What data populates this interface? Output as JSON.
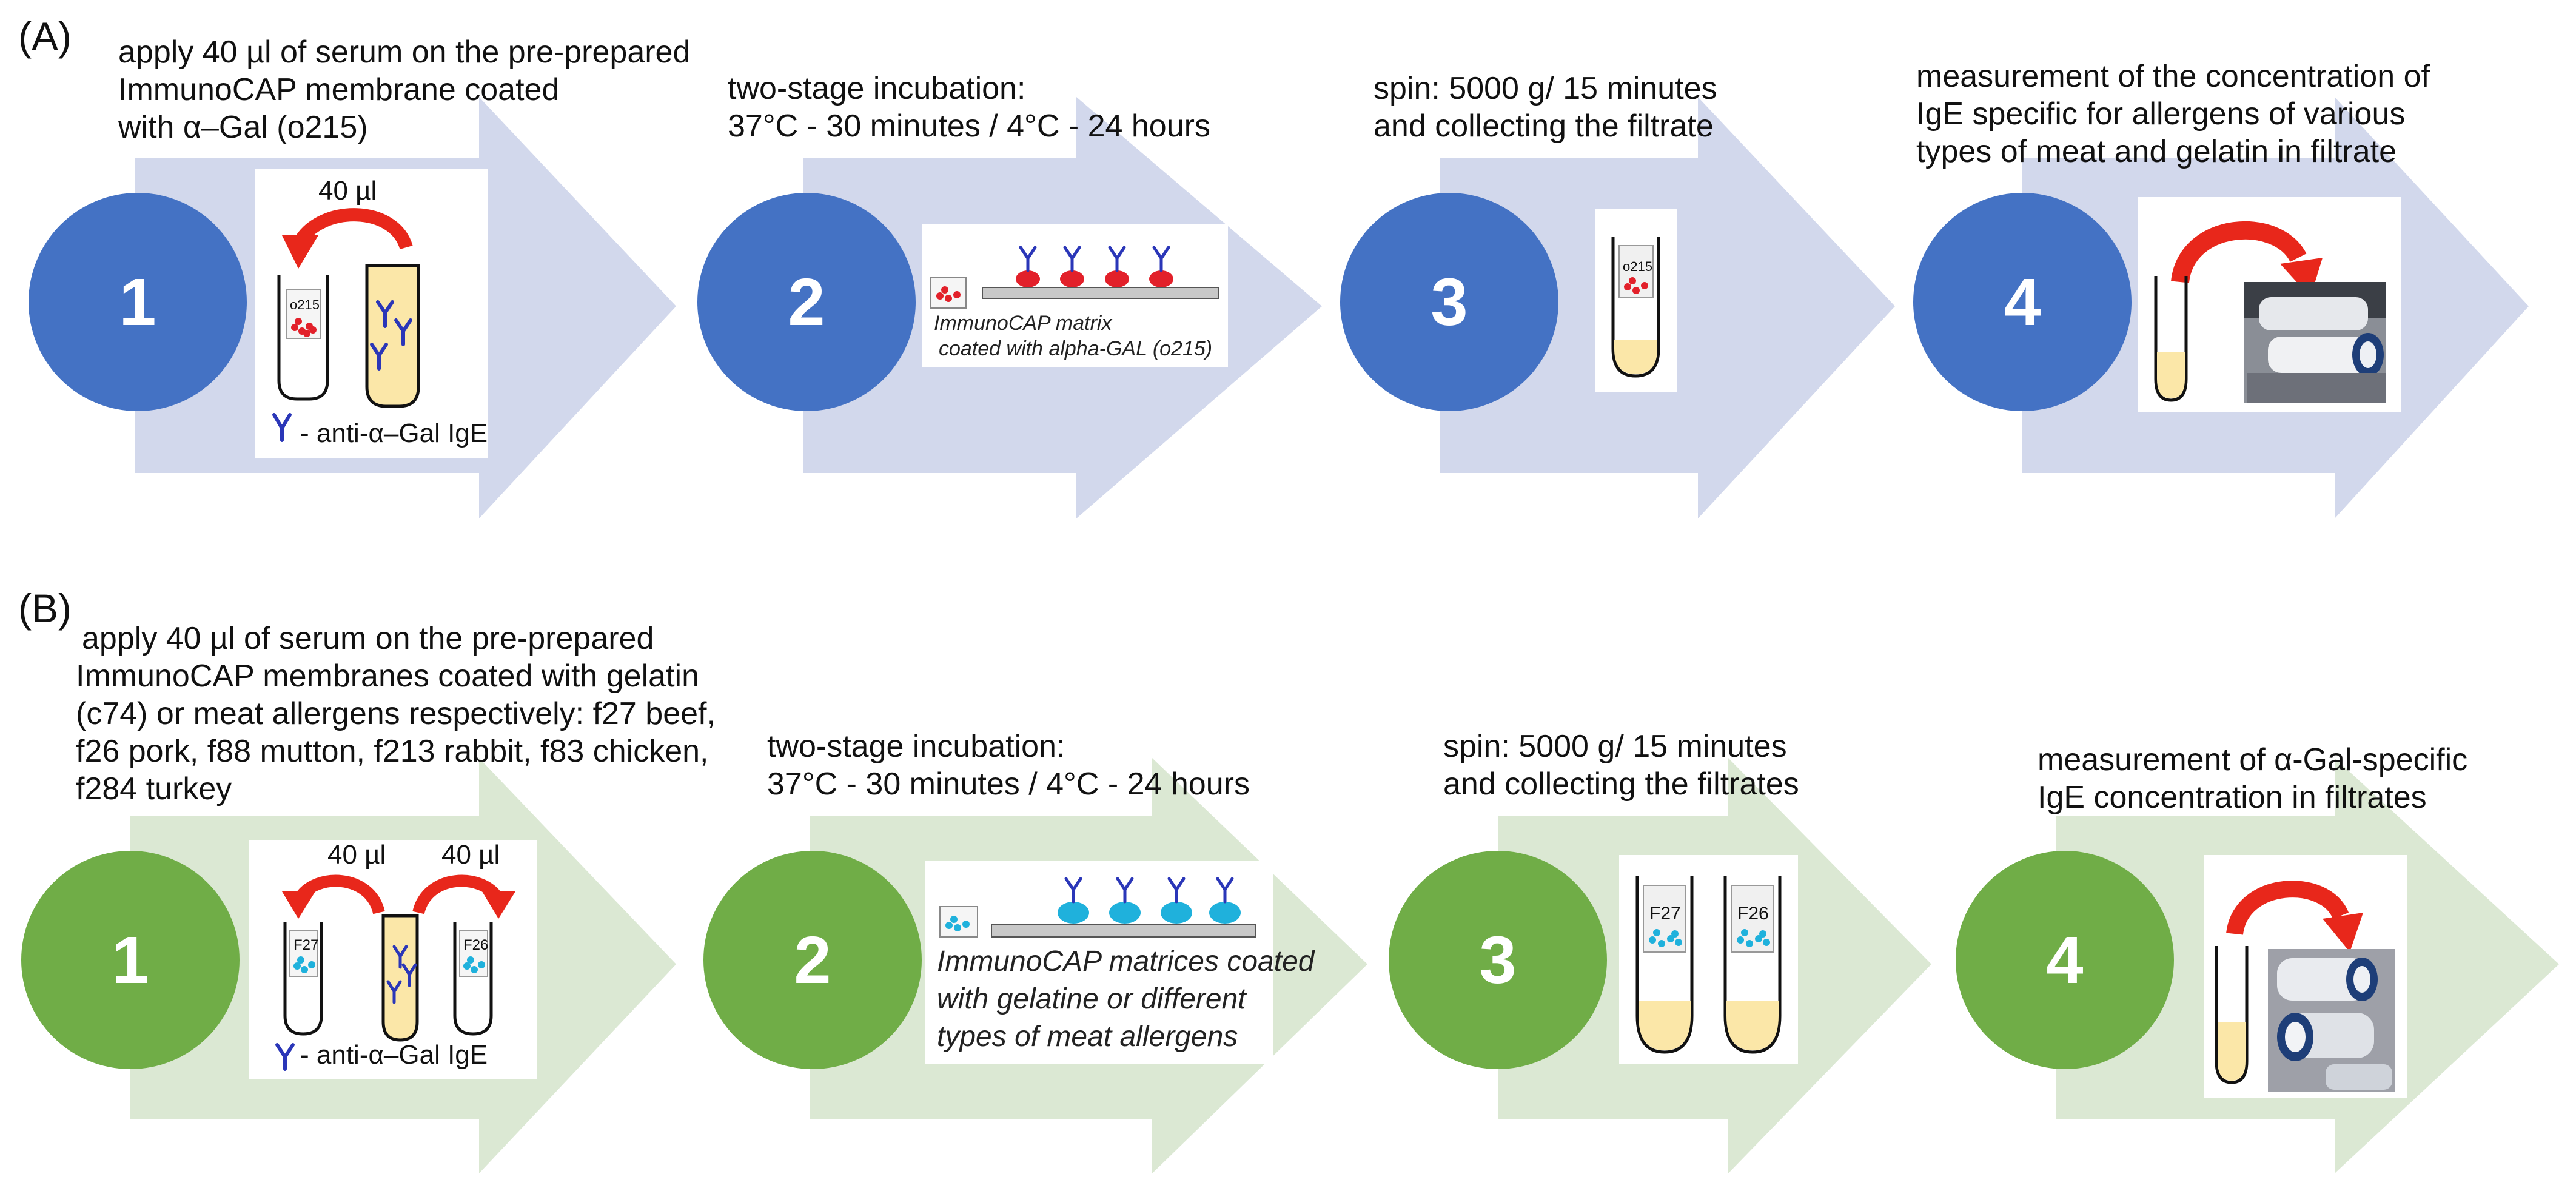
{
  "panels": {
    "a": {
      "label": "(A)",
      "steps": [
        {
          "number": "1",
          "text": [
            "apply 40 µl of serum on the pre-prepared",
            "ImmunoCAP membrane coated",
            "with α–Gal (o215)"
          ]
        },
        {
          "number": "2",
          "text": [
            "two-stage incubation:",
            "37°C - 30 minutes / 4°C - 24 hours"
          ]
        },
        {
          "number": "3",
          "text": [
            "spin: 5000 g/ 15 minutes",
            "and collecting the filtrate"
          ]
        },
        {
          "number": "4",
          "text": [
            "measurement of the concentration of",
            "IgE specific for allergens of various",
            "types of meat and gelatin in filtrate"
          ]
        }
      ],
      "volume": "40 µl",
      "tube_label": "o215",
      "legend": "- anti-α–Gal IgE",
      "matrix_note": [
        "ImmunoCAP matrix",
        "coated with alpha-GAL (o215)"
      ]
    },
    "b": {
      "label": "(B)",
      "steps": [
        {
          "number": "1",
          "text": [
            "apply 40 µl of serum on the pre-prepared",
            "ImmunoCAP membranes coated with gelatin",
            "(c74) or meat allergens respectively: f27 beef,",
            "f26 pork, f88 mutton, f213 rabbit, f83 chicken,",
            "f284 turkey"
          ]
        },
        {
          "number": "2",
          "text": [
            "two-stage incubation:",
            "37°C - 30 minutes / 4°C - 24 hours"
          ]
        },
        {
          "number": "3",
          "text": [
            "spin: 5000 g/ 15 minutes",
            "and collecting the filtrates"
          ]
        },
        {
          "number": "4",
          "text": [
            "measurement of α-Gal-specific",
            "IgE concentration in filtrates"
          ]
        }
      ],
      "volume_left": "40 µl",
      "volume_right": "40 µl",
      "tube_left": "F27",
      "tube_right": "F26",
      "legend": "- anti-α–Gal IgE",
      "matrix_note": [
        "ImmunoCAP matrices coated",
        "with gelatine or different",
        "types of meat allergens"
      ]
    }
  },
  "colors": {
    "blue_circle": "#4472c4",
    "blue_arrow": "#d2d8ec",
    "green_circle": "#70ad47",
    "green_arrow": "#dbe8d3",
    "curved_arrow": "#e8271b",
    "serum": "#fbe7a8",
    "antibody": "#2a36b8",
    "red_bead": "#e2202a",
    "teal_bead": "#1fb1dc"
  },
  "icons": [
    "chevron-arrow",
    "tube-icon",
    "antibody-icon",
    "curved-arrow-icon",
    "photo-vials"
  ]
}
